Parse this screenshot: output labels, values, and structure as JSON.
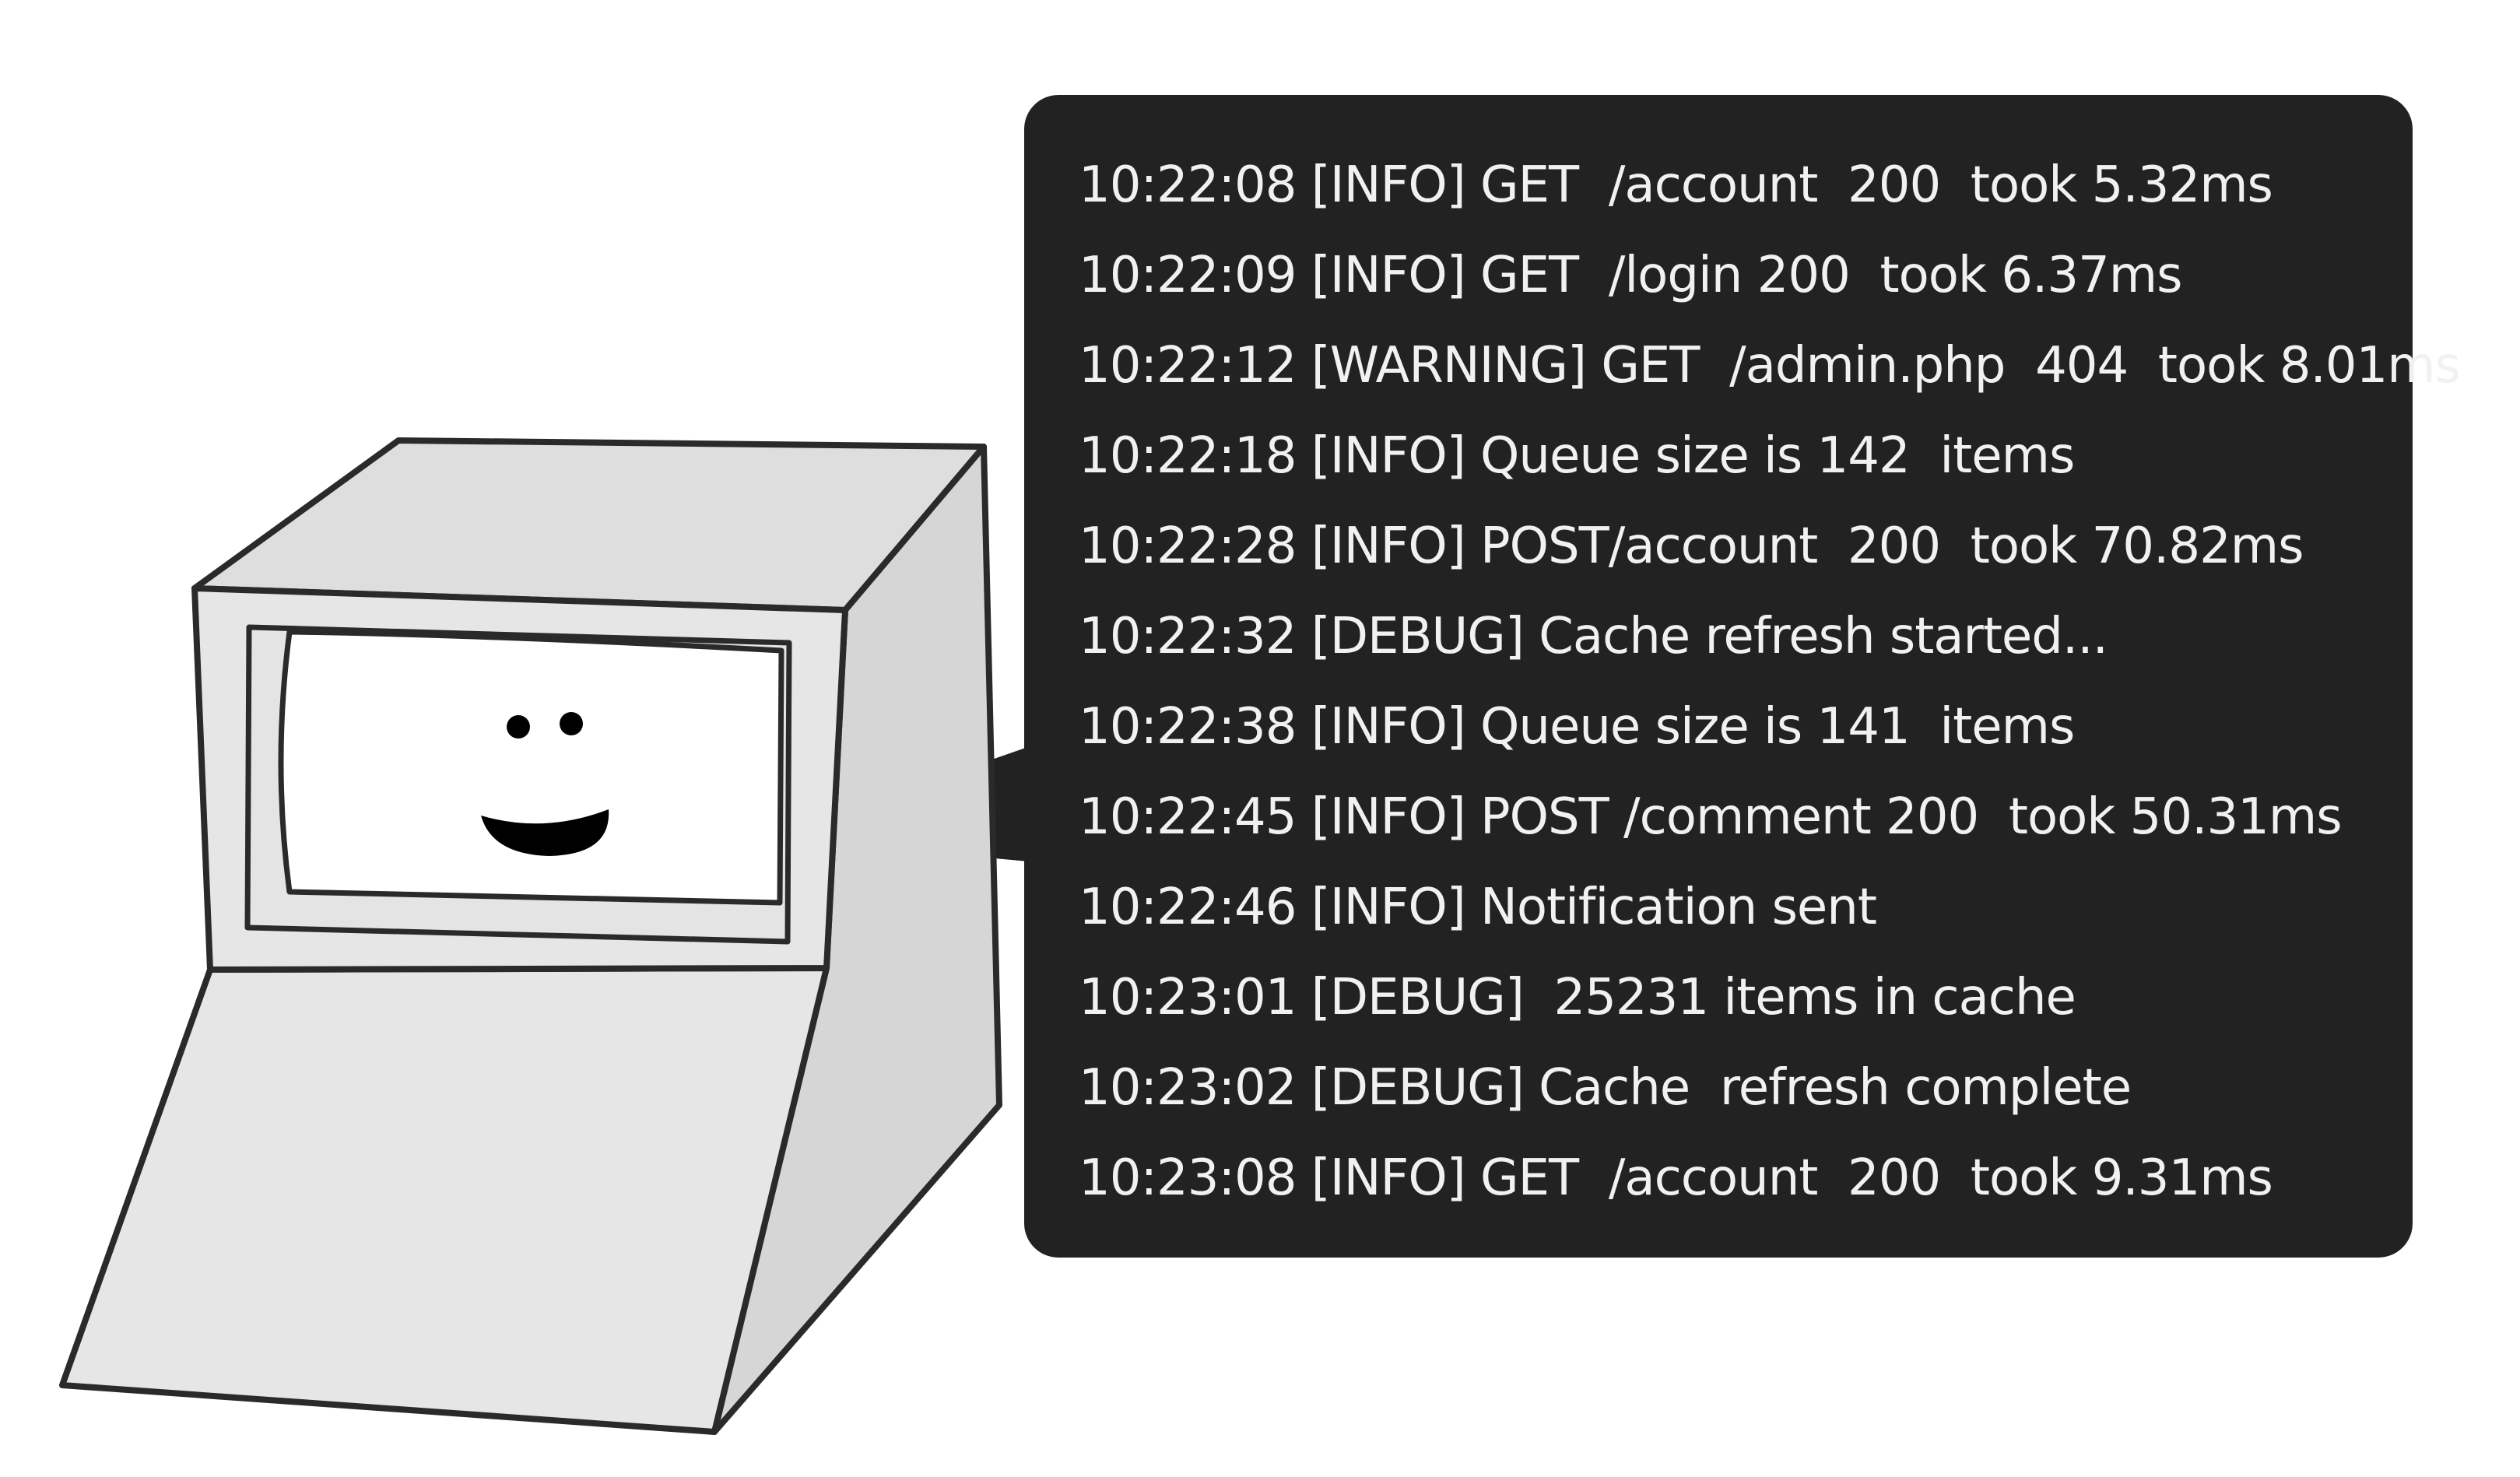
{
  "colors": {
    "background": "#ffffff",
    "bubble": "#222222",
    "log_text": "#f1f1f1",
    "computer_front": "#e6e6e6",
    "computer_side": "#d6d6d6",
    "computer_top": "#dedede",
    "outline": "#2a2a2a",
    "face": "#000000"
  },
  "log": {
    "lines": [
      {
        "time": "10:22:08",
        "level": "[INFO]",
        "message": "GET  /account  200  took 5.32ms"
      },
      {
        "time": "10:22:09",
        "level": "[INFO]",
        "message": "GET  /login 200  took 6.37ms"
      },
      {
        "time": "10:22:12",
        "level": "[WARNING]",
        "message": "GET  /admin.php  404  took 8.01ms"
      },
      {
        "time": "10:22:18",
        "level": "[INFO]",
        "message": "Queue size is 142  items"
      },
      {
        "time": "10:22:28",
        "level": "[INFO]",
        "message": "POST/account  200  took 70.82ms"
      },
      {
        "time": "10:22:32",
        "level": "[DEBUG]",
        "message": "Cache refresh started..."
      },
      {
        "time": "10:22:38",
        "level": "[INFO]",
        "message": "Queue size is 141  items"
      },
      {
        "time": "10:22:45",
        "level": "[INFO]",
        "message": "POST /comment 200  took 50.31ms"
      },
      {
        "time": "10:22:46",
        "level": "[INFO]",
        "message": "Notification sent"
      },
      {
        "time": "10:23:01",
        "level": "[DEBUG]",
        "message": " 25231 items in cache"
      },
      {
        "time": "10:23:02",
        "level": "[DEBUG]",
        "message": "Cache  refresh complete"
      },
      {
        "time": "10:23:08",
        "level": "[INFO]",
        "message": "GET  /account  200  took 9.31ms"
      }
    ]
  }
}
